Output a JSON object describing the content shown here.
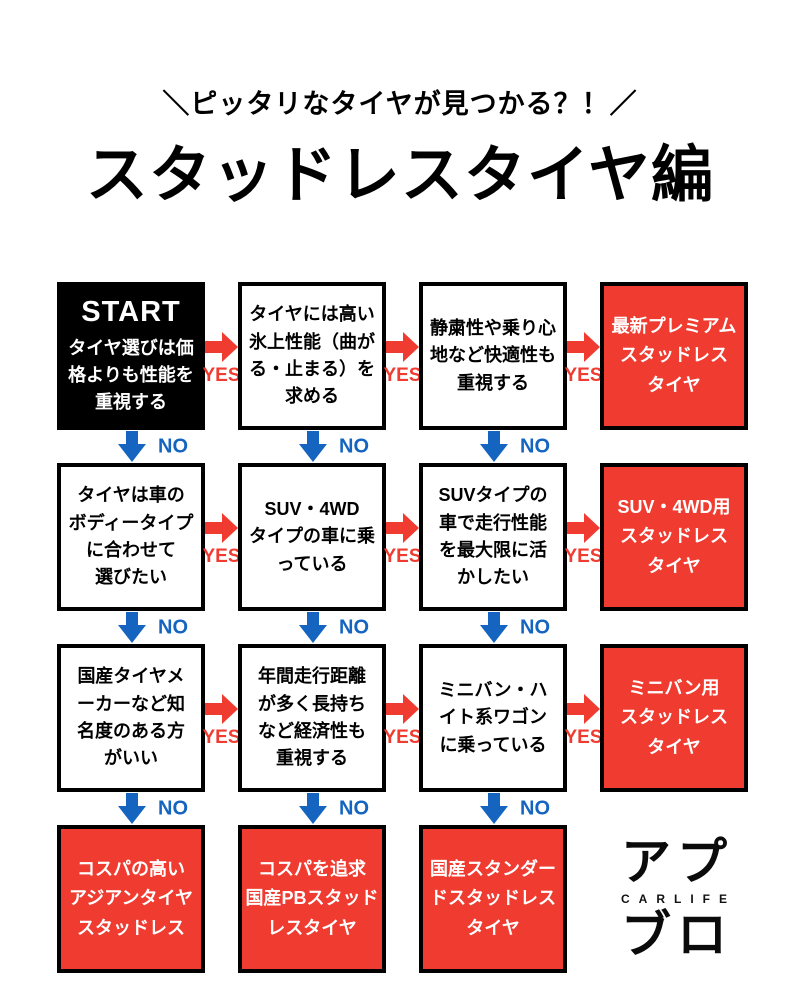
{
  "header": {
    "subtitle": "＼ピッタリなタイヤが見つかる？！／",
    "title": "スタッドレスタイヤ編"
  },
  "labels": {
    "yes": "YES",
    "no": "NO"
  },
  "colors": {
    "accent-red": "#ef3b30",
    "arrow-blue": "#1565c0",
    "box-border": "#000000",
    "start-bg": "#000000",
    "page-bg": "#ffffff"
  },
  "flowchart": {
    "rows": [
      {
        "cells": [
          {
            "type": "start",
            "heading": "START",
            "text": "タイヤ選びは価\n格よりも性能を\n重視する"
          },
          {
            "type": "question",
            "text": "タイヤには高い\n氷上性能（曲が\nる・止まる）を\n求める"
          },
          {
            "type": "question",
            "text": "静粛性や乗り心\n地など快適性も\n重視する"
          },
          {
            "type": "result",
            "text": "最新プレミアム\nスタッドレス\nタイヤ"
          }
        ]
      },
      {
        "cells": [
          {
            "type": "question",
            "text": "タイヤは車の\nボディータイプ\nに合わせて\n選びたい"
          },
          {
            "type": "question",
            "text": "SUV・4WD\nタイプの車に乗\nっている"
          },
          {
            "type": "question",
            "text": "SUVタイプの\n車で走行性能\nを最大限に活\nかしたい"
          },
          {
            "type": "result",
            "text": "SUV・4WD用\nスタッドレス\nタイヤ"
          }
        ]
      },
      {
        "cells": [
          {
            "type": "question",
            "text": "国産タイヤメ\nーカーなど知\n名度のある方\nがいい"
          },
          {
            "type": "question",
            "text": "年間走行距離\nが多く長持ち\nなど経済性も\n重視する"
          },
          {
            "type": "question",
            "text": "ミニバン・ハ\nイト系ワゴン\nに乗っている"
          },
          {
            "type": "result",
            "text": "ミニバン用\nスタッドレス\nタイヤ"
          }
        ]
      },
      {
        "cells": [
          {
            "type": "result",
            "text": "コスパの高い\nアジアンタイヤ\nスタッドレス"
          },
          {
            "type": "result",
            "text": "コスパを追求\n国産PBスタッド\nレスタイヤ"
          },
          {
            "type": "result",
            "text": "国産スタンダー\nドスタッドレス\nタイヤ"
          },
          {
            "type": "logo"
          }
        ]
      }
    ]
  },
  "logo": {
    "top": "アプ",
    "middle": "CARLIFE",
    "bottom": "ブロ"
  }
}
